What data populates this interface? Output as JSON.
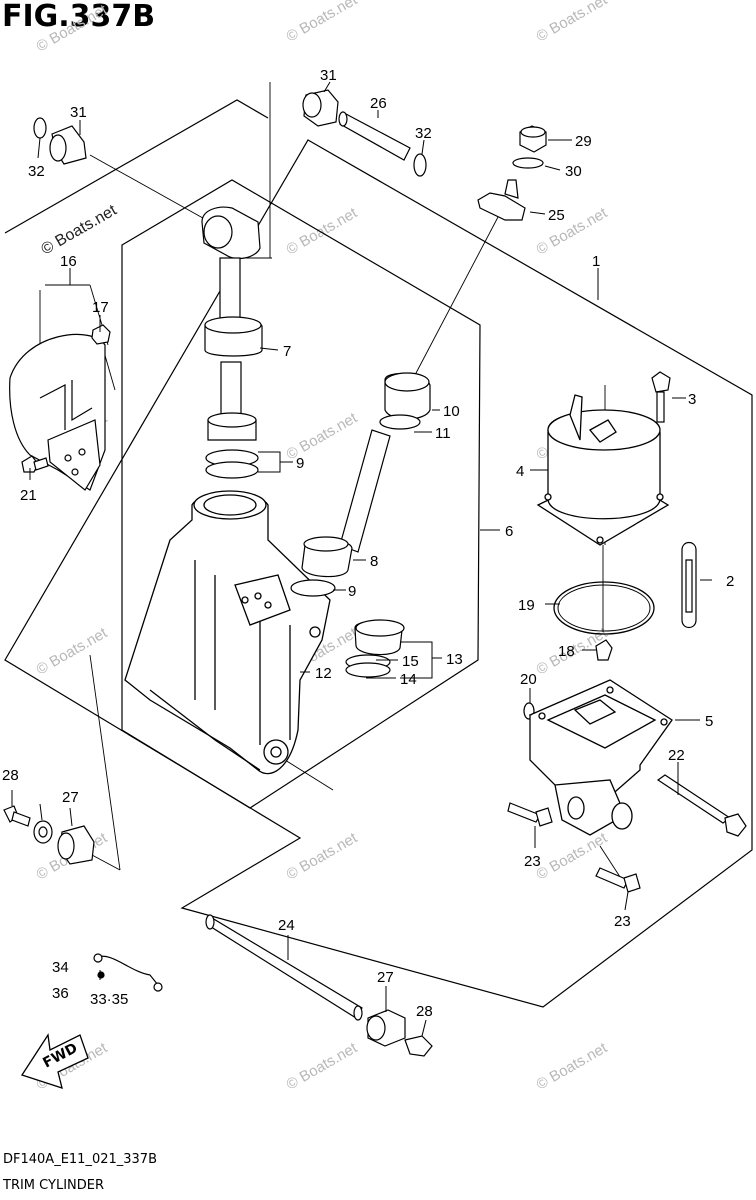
{
  "figure": {
    "title": "FIG.337B",
    "model_code": "DF140A_E11_021_337B",
    "part_name": "TRIM CYLINDER"
  },
  "watermark": {
    "text": "© Boats.net",
    "color": "#b8b8b8"
  },
  "arrow": {
    "label": "FWD"
  },
  "callouts": {
    "c1": "1",
    "c2": "2",
    "c3": "3",
    "c4": "4",
    "c5": "5",
    "c6": "6",
    "c7": "7",
    "c8": "8",
    "c9a": "9",
    "c9b": "9",
    "c10": "10",
    "c11": "11",
    "c12": "12",
    "c13": "13",
    "c14": "14",
    "c15": "15",
    "c16": "16",
    "c17": "17",
    "c18": "18",
    "c19": "19",
    "c20": "20",
    "c21": "21",
    "c22": "22",
    "c23a": "23",
    "c23b": "23",
    "c24": "24",
    "c25": "25",
    "c26": "26",
    "c27a": "27",
    "c27b": "27",
    "c28a": "28",
    "c28b": "28",
    "c29": "29",
    "c30": "30",
    "c31a": "31",
    "c31b": "31",
    "c32a": "32",
    "c32b": "32",
    "c34": "34",
    "c36": "36",
    "c3335": "33·35"
  }
}
